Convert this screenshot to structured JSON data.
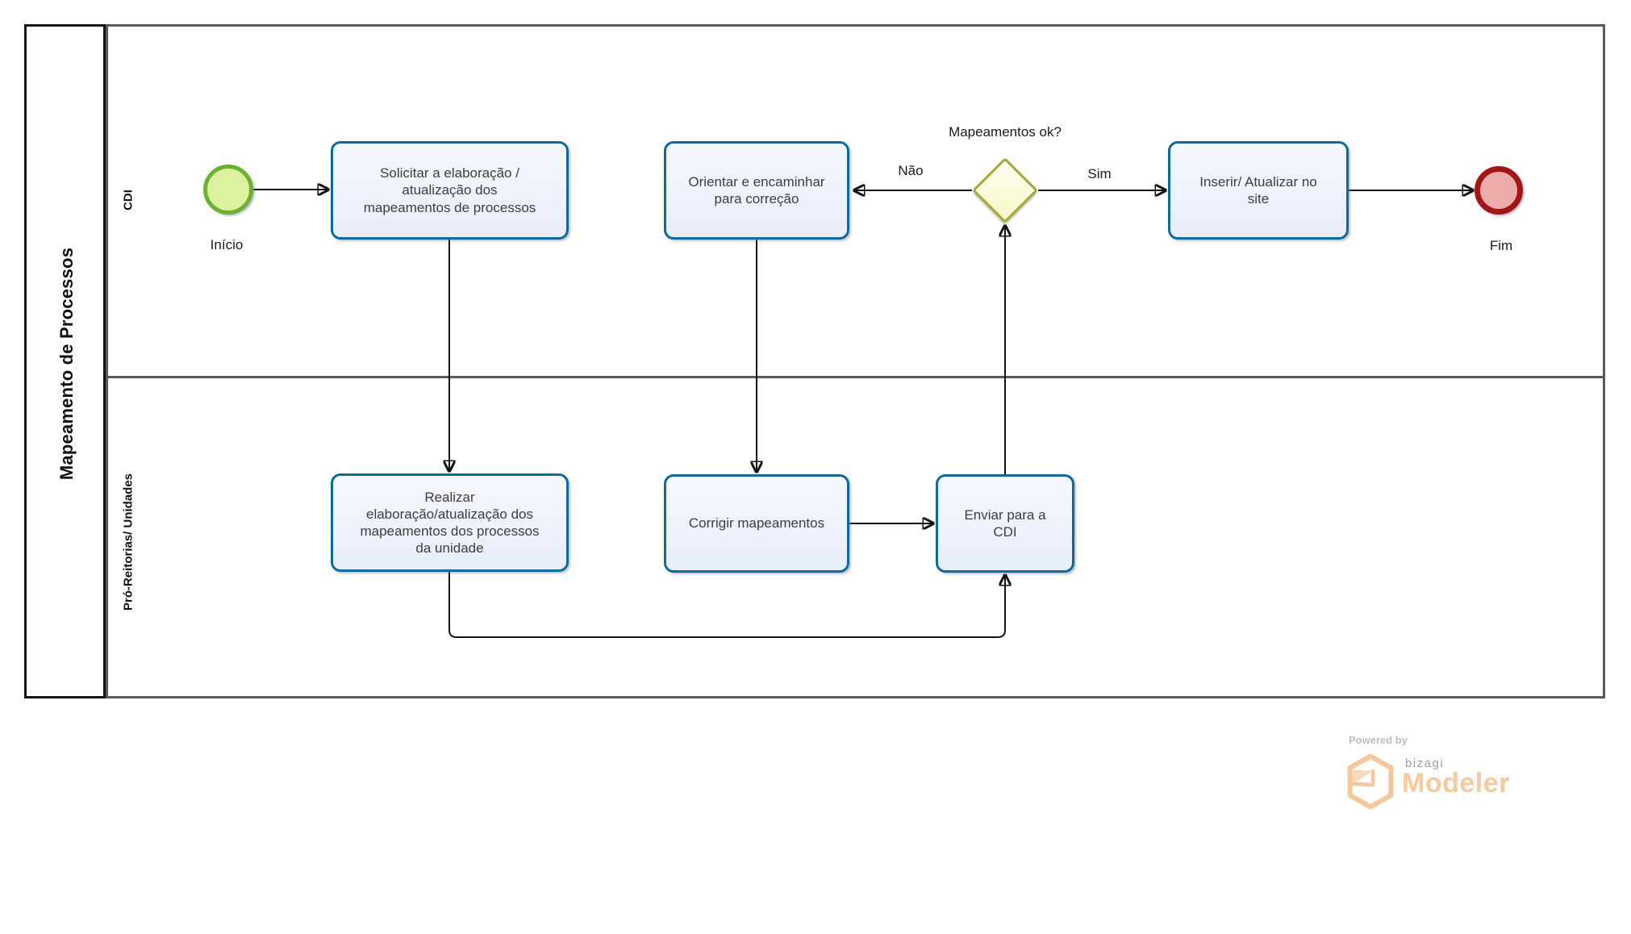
{
  "diagram": {
    "pool": {
      "title": "Mapeamento de Processos"
    },
    "lanes": [
      {
        "label": "CDI"
      },
      {
        "label": "Pró-Reitorias/ Unidades"
      }
    ],
    "events": [
      {
        "id": "start",
        "label": "Início"
      },
      {
        "id": "end",
        "label": "Fim"
      }
    ],
    "tasks": [
      {
        "id": "solicitar",
        "lane": "CDI",
        "label": "Solicitar a elaboração /\natualização dos\nmapeamentos de processos"
      },
      {
        "id": "orientar",
        "lane": "CDI",
        "label": "Orientar e encaminhar\npara correção"
      },
      {
        "id": "inserir",
        "lane": "CDI",
        "label": "Inserir/ Atualizar no\nsite"
      },
      {
        "id": "realizar",
        "lane": "Pró-Reitorias/ Unidades",
        "label": "Realizar\nelaboração/atualização dos\nmapeamentos dos processos\nda unidade"
      },
      {
        "id": "corrigir",
        "lane": "Pró-Reitorias/ Unidades",
        "label": "Corrigir mapeamentos"
      },
      {
        "id": "enviar",
        "lane": "Pró-Reitorias/ Unidades",
        "label": "Enviar para a\nCDI"
      }
    ],
    "gateway": {
      "question": "Mapeamentos ok?"
    },
    "flow_labels": {
      "no": "Não",
      "yes": "Sim"
    },
    "colors": {
      "task_fill": "#E8EEFA",
      "task_border": "#0F6A9C",
      "gateway_fill": "#FBFACD",
      "gateway_border": "#A6A634",
      "start_fill": "#DCF2A0",
      "start_border": "#69B330",
      "end_fill": "#ECACAC",
      "end_border": "#A21616",
      "lane_border": "#595959",
      "connector": "#141414"
    }
  },
  "footer": {
    "powered_by": "Powered by",
    "brand": "bizagi",
    "product": "Modeler",
    "brand_color": "#F8C99C"
  }
}
